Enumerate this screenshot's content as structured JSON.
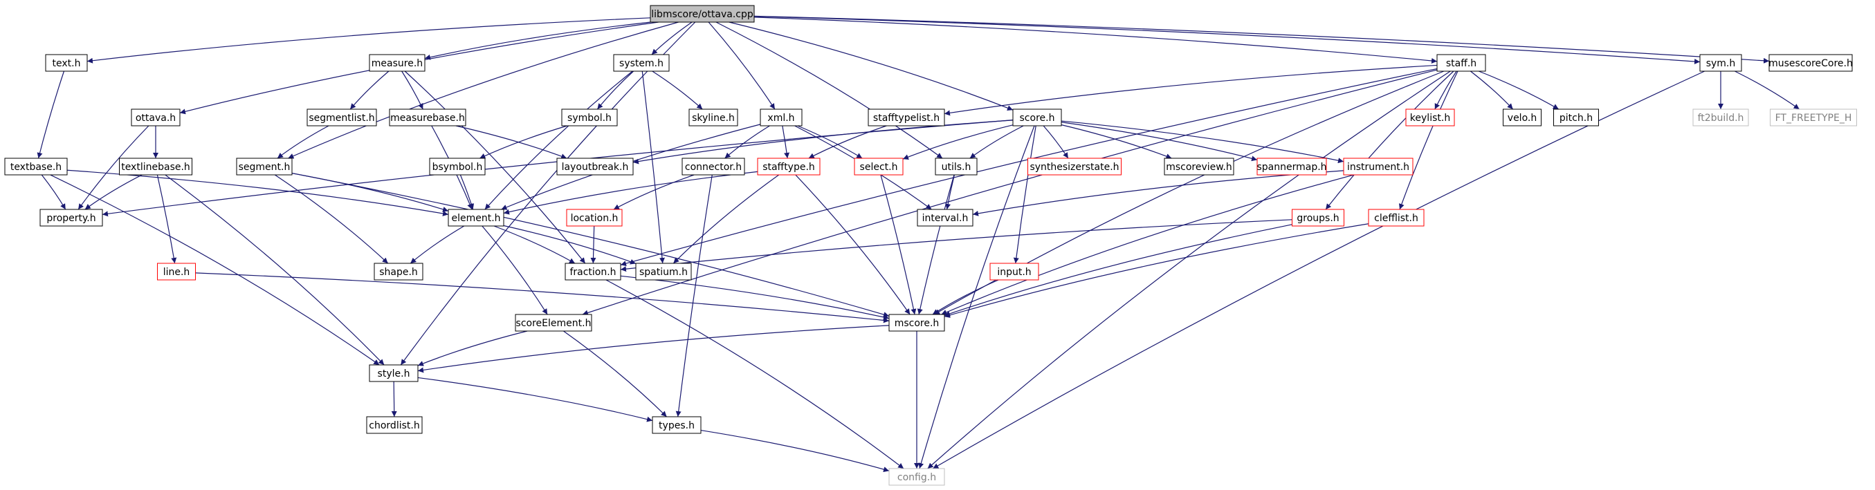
{
  "graph": {
    "nodes": [
      {
        "id": "root",
        "label": "libmscore/ottava.cpp",
        "style": "root"
      },
      {
        "id": "text",
        "label": "text.h",
        "style": "normal"
      },
      {
        "id": "measure",
        "label": "measure.h",
        "style": "normal"
      },
      {
        "id": "system",
        "label": "system.h",
        "style": "normal"
      },
      {
        "id": "staff",
        "label": "staff.h",
        "style": "normal"
      },
      {
        "id": "sym",
        "label": "sym.h",
        "style": "normal"
      },
      {
        "id": "musescoreCore",
        "label": "musescoreCore.h",
        "style": "normal"
      },
      {
        "id": "ottava",
        "label": "ottava.h",
        "style": "normal"
      },
      {
        "id": "segmentlist",
        "label": "segmentlist.h",
        "style": "normal"
      },
      {
        "id": "measurebase",
        "label": "measurebase.h",
        "style": "normal"
      },
      {
        "id": "symbol",
        "label": "symbol.h",
        "style": "normal"
      },
      {
        "id": "skyline",
        "label": "skyline.h",
        "style": "normal"
      },
      {
        "id": "xml",
        "label": "xml.h",
        "style": "normal"
      },
      {
        "id": "stafftypelist",
        "label": "stafftypelist.h",
        "style": "normal"
      },
      {
        "id": "score",
        "label": "score.h",
        "style": "normal"
      },
      {
        "id": "keylist",
        "label": "keylist.h",
        "style": "red"
      },
      {
        "id": "velo",
        "label": "velo.h",
        "style": "normal"
      },
      {
        "id": "pitch",
        "label": "pitch.h",
        "style": "normal"
      },
      {
        "id": "ft2build",
        "label": "ft2build.h",
        "style": "gray"
      },
      {
        "id": "ftfreetype",
        "label": "FT_FREETYPE_H",
        "style": "gray"
      },
      {
        "id": "textbase",
        "label": "textbase.h",
        "style": "normal"
      },
      {
        "id": "textlinebase",
        "label": "textlinebase.h",
        "style": "normal"
      },
      {
        "id": "segment",
        "label": "segment.h",
        "style": "normal"
      },
      {
        "id": "bsymbol",
        "label": "bsymbol.h",
        "style": "normal"
      },
      {
        "id": "layoutbreak",
        "label": "layoutbreak.h",
        "style": "normal"
      },
      {
        "id": "connector",
        "label": "connector.h",
        "style": "normal"
      },
      {
        "id": "stafftype",
        "label": "stafftype.h",
        "style": "red"
      },
      {
        "id": "select",
        "label": "select.h",
        "style": "red"
      },
      {
        "id": "utils",
        "label": "utils.h",
        "style": "normal"
      },
      {
        "id": "synthesizerstate",
        "label": "synthesizerstate.h",
        "style": "red"
      },
      {
        "id": "mscoreview",
        "label": "mscoreview.h",
        "style": "normal"
      },
      {
        "id": "spannermap",
        "label": "spannermap.h",
        "style": "red"
      },
      {
        "id": "instrument",
        "label": "instrument.h",
        "style": "red"
      },
      {
        "id": "property",
        "label": "property.h",
        "style": "normal"
      },
      {
        "id": "element",
        "label": "element.h",
        "style": "normal"
      },
      {
        "id": "location",
        "label": "location.h",
        "style": "red"
      },
      {
        "id": "interval",
        "label": "interval.h",
        "style": "normal"
      },
      {
        "id": "groups",
        "label": "groups.h",
        "style": "red"
      },
      {
        "id": "clefflist",
        "label": "clefflist.h",
        "style": "red"
      },
      {
        "id": "line",
        "label": "line.h",
        "style": "red"
      },
      {
        "id": "shape",
        "label": "shape.h",
        "style": "normal"
      },
      {
        "id": "fraction",
        "label": "fraction.h",
        "style": "normal"
      },
      {
        "id": "spatium",
        "label": "spatium.h",
        "style": "normal"
      },
      {
        "id": "input",
        "label": "input.h",
        "style": "red"
      },
      {
        "id": "scoreElement",
        "label": "scoreElement.h",
        "style": "normal"
      },
      {
        "id": "mscore",
        "label": "mscore.h",
        "style": "normal"
      },
      {
        "id": "style",
        "label": "style.h",
        "style": "normal"
      },
      {
        "id": "chordlist",
        "label": "chordlist.h",
        "style": "normal"
      },
      {
        "id": "types",
        "label": "types.h",
        "style": "normal"
      },
      {
        "id": "config",
        "label": "config.h",
        "style": "gray"
      }
    ],
    "edges": [
      [
        "root",
        "text"
      ],
      [
        "root",
        "measure"
      ],
      [
        "root",
        "system"
      ],
      [
        "root",
        "staff"
      ],
      [
        "root",
        "sym"
      ],
      [
        "root",
        "musescoreCore"
      ],
      [
        "root",
        "ottava"
      ],
      [
        "root",
        "segment"
      ],
      [
        "root",
        "xml"
      ],
      [
        "root",
        "score"
      ],
      [
        "root",
        "utils"
      ],
      [
        "root",
        "style"
      ],
      [
        "text",
        "textbase"
      ],
      [
        "textbase",
        "property"
      ],
      [
        "textbase",
        "element"
      ],
      [
        "textbase",
        "style"
      ],
      [
        "ottava",
        "textlinebase"
      ],
      [
        "ottava",
        "property"
      ],
      [
        "textlinebase",
        "property"
      ],
      [
        "textlinebase",
        "line"
      ],
      [
        "textlinebase",
        "style"
      ],
      [
        "measure",
        "segmentlist"
      ],
      [
        "measure",
        "measurebase"
      ],
      [
        "measure",
        "fraction"
      ],
      [
        "segmentlist",
        "segment"
      ],
      [
        "segment",
        "element"
      ],
      [
        "segment",
        "shape"
      ],
      [
        "segment",
        "mscore"
      ],
      [
        "measurebase",
        "element"
      ],
      [
        "measurebase",
        "layoutbreak"
      ],
      [
        "system",
        "symbol"
      ],
      [
        "system",
        "skyline"
      ],
      [
        "system",
        "element"
      ],
      [
        "system",
        "spatium"
      ],
      [
        "symbol",
        "bsymbol"
      ],
      [
        "bsymbol",
        "element"
      ],
      [
        "xml",
        "connector"
      ],
      [
        "xml",
        "stafftype"
      ],
      [
        "xml",
        "select"
      ],
      [
        "xml",
        "interval"
      ],
      [
        "xml",
        "element"
      ],
      [
        "connector",
        "location"
      ],
      [
        "connector",
        "types"
      ],
      [
        "location",
        "fraction"
      ],
      [
        "stafftype",
        "element"
      ],
      [
        "stafftype",
        "spatium"
      ],
      [
        "stafftype",
        "mscore"
      ],
      [
        "stafftypelist",
        "stafftype"
      ],
      [
        "score",
        "layoutbreak"
      ],
      [
        "score",
        "select"
      ],
      [
        "score",
        "synthesizerstate"
      ],
      [
        "score",
        "mscoreview"
      ],
      [
        "score",
        "spannermap"
      ],
      [
        "score",
        "instrument"
      ],
      [
        "score",
        "input"
      ],
      [
        "score",
        "property"
      ],
      [
        "score",
        "config"
      ],
      [
        "score",
        "utils"
      ],
      [
        "select",
        "mscore"
      ],
      [
        "utils",
        "interval"
      ],
      [
        "utils",
        "mscore"
      ],
      [
        "instrument",
        "interval"
      ],
      [
        "instrument",
        "mscore"
      ],
      [
        "input",
        "mscore"
      ],
      [
        "staff",
        "stafftypelist"
      ],
      [
        "staff",
        "keylist"
      ],
      [
        "staff",
        "velo"
      ],
      [
        "staff",
        "pitch"
      ],
      [
        "staff",
        "groups"
      ],
      [
        "staff",
        "clefflist"
      ],
      [
        "staff",
        "mscore"
      ],
      [
        "staff",
        "scoreElement"
      ],
      [
        "staff",
        "config"
      ],
      [
        "staff",
        "fraction"
      ],
      [
        "groups",
        "fraction"
      ],
      [
        "groups",
        "mscore"
      ],
      [
        "clefflist",
        "mscore"
      ],
      [
        "sym",
        "ft2build"
      ],
      [
        "sym",
        "ftfreetype"
      ],
      [
        "sym",
        "config"
      ],
      [
        "element",
        "shape"
      ],
      [
        "element",
        "fraction"
      ],
      [
        "element",
        "spatium"
      ],
      [
        "element",
        "scoreElement"
      ],
      [
        "line",
        "mscore"
      ],
      [
        "fraction",
        "mscore"
      ],
      [
        "fraction",
        "config"
      ],
      [
        "scoreElement",
        "style"
      ],
      [
        "scoreElement",
        "types"
      ],
      [
        "mscore",
        "style"
      ],
      [
        "mscore",
        "config"
      ],
      [
        "style",
        "chordlist"
      ],
      [
        "style",
        "types"
      ],
      [
        "types",
        "config"
      ]
    ]
  },
  "colors": {
    "edge": "#191970",
    "normal_border": "#000000",
    "red_border": "#ff0000",
    "gray_border": "#bfbfbf",
    "gray_text": "#808080",
    "root_fill": "#bfbfbf",
    "fill": "#ffffff"
  }
}
